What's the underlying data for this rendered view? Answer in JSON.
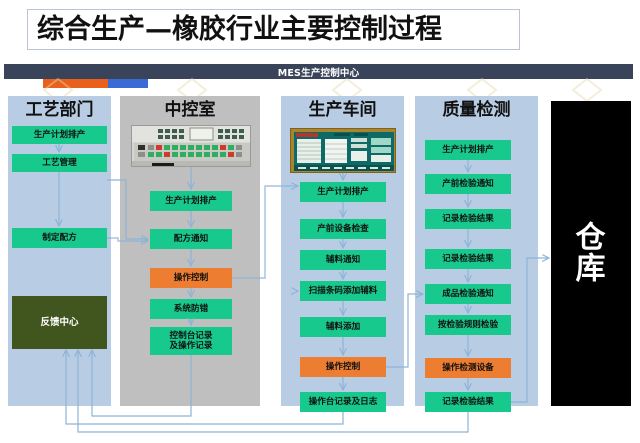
{
  "title": "综合生产—橡胶行业主要控制过程",
  "mes_bar": {
    "label": "MES生产控制中心"
  },
  "colors": {
    "accent_green": "#17c98c",
    "accent_orange": "#ed7d31",
    "panel_blue": "#b8cce4",
    "panel_gray": "#bfbfbf",
    "header_bar": "#39445a",
    "olive": "#41551f",
    "warehouse": "#000000",
    "strip_orange": "#e8601c",
    "strip_blue": "#3b69d6",
    "connector": "#8eb4d6"
  },
  "columns": [
    {
      "id": "process-dept",
      "header": "工艺部门",
      "panel": "blue",
      "steps": [
        {
          "label": "生产计划排产",
          "style": "green"
        },
        {
          "label": "工艺管理",
          "style": "green"
        },
        {
          "label": "制定配方",
          "style": "green"
        },
        {
          "label": "反馈中心",
          "style": "olive"
        }
      ]
    },
    {
      "id": "central-control-room",
      "header": "中控室",
      "panel": "gray",
      "photo": "control-console-photo",
      "steps": [
        {
          "label": "生产计划排产",
          "style": "green"
        },
        {
          "label": "配方通知",
          "style": "green"
        },
        {
          "label": "操作控制",
          "style": "orange"
        },
        {
          "label": "系统防错",
          "style": "green"
        },
        {
          "label": "控制台记录\n及操作记录",
          "style": "green"
        }
      ]
    },
    {
      "id": "production-workshop",
      "header": "生产车间",
      "panel": "blue",
      "photo": "information-board-photo",
      "steps": [
        {
          "label": "生产计划排产",
          "style": "green"
        },
        {
          "label": "产前设备检查",
          "style": "green"
        },
        {
          "label": "辅料通知",
          "style": "green"
        },
        {
          "label": "扫描条码添加辅料",
          "style": "green"
        },
        {
          "label": "辅料添加",
          "style": "green"
        },
        {
          "label": "操作控制",
          "style": "orange"
        },
        {
          "label": "操作台记录及日志",
          "style": "green"
        }
      ]
    },
    {
      "id": "quality-inspection",
      "header": "质量检测",
      "panel": "blue",
      "steps": [
        {
          "label": "生产计划排产",
          "style": "green"
        },
        {
          "label": "产前检验通知",
          "style": "green"
        },
        {
          "label": "记录检验结果",
          "style": "green"
        },
        {
          "label": "记录检验结果",
          "style": "green"
        },
        {
          "label": "成品检验通知",
          "style": "green"
        },
        {
          "label": "按检验规则检验",
          "style": "green"
        },
        {
          "label": "操作检测设备",
          "style": "orange"
        },
        {
          "label": "记录检验结果",
          "style": "green"
        }
      ]
    }
  ],
  "warehouse": {
    "label": "仓\n库"
  }
}
